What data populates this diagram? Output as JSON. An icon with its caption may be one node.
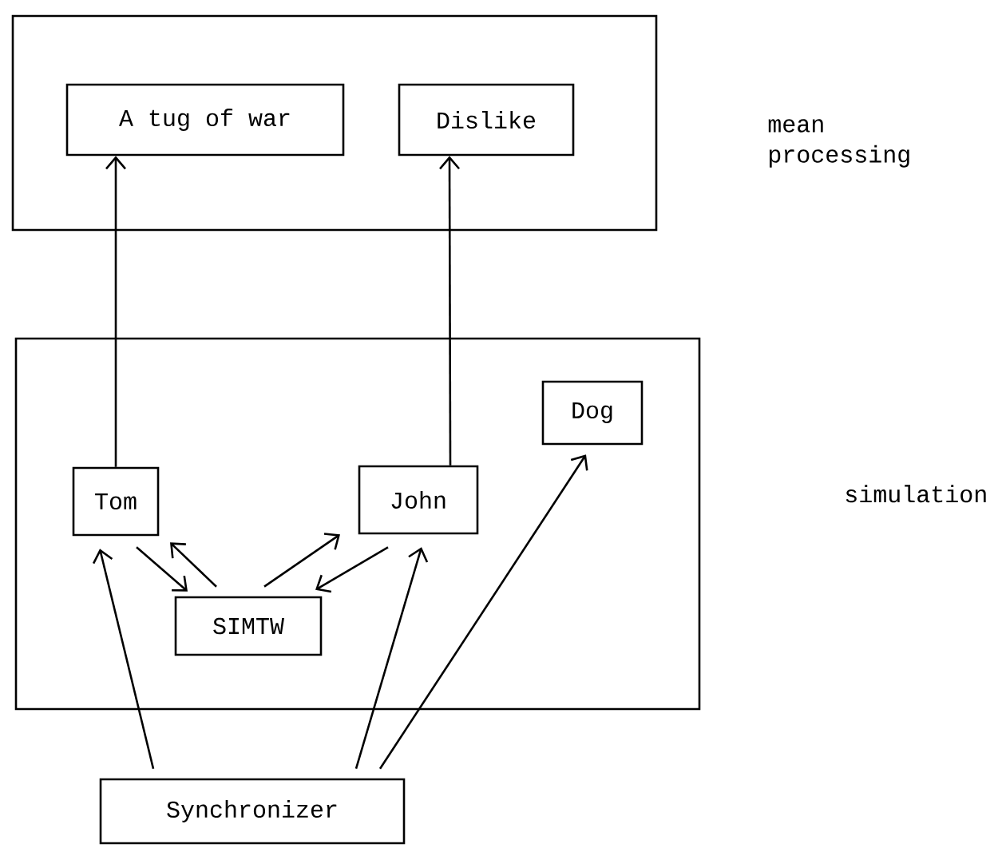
{
  "diagram": {
    "labels": [
      "mean processing",
      "simulation"
    ],
    "nodes": [
      {
        "text": [],
        "shape": "box"
      },
      {
        "text": [
          "A tug of war"
        ],
        "in": 0
      },
      {
        "text": [
          "Dislike"
        ],
        "in": 0
      },
      {
        "text": [],
        "shape": "box"
      },
      {
        "text": [
          "Dog"
        ],
        "in": 3
      },
      {
        "text": [
          "Tom"
        ],
        "in": 3
      },
      {
        "text": [
          "John"
        ],
        "in": 3
      },
      {
        "text": [
          "SIMTW"
        ],
        "in": 3
      },
      {
        "text": [
          "Synchronizer"
        ]
      }
    ],
    "edges": [
      {
        "from": 5,
        "to": 1,
        "arrow": "to"
      },
      {
        "from": 6,
        "to": 2,
        "arrow": "to"
      },
      {
        "from": 5,
        "to": 7,
        "arrow": "to"
      },
      {
        "from": 7,
        "to": 5,
        "arrow": "to"
      },
      {
        "from": 7,
        "to": 6,
        "arrow": "to"
      },
      {
        "from": 6,
        "to": 7,
        "arrow": "to"
      },
      {
        "from": 8,
        "to": 5,
        "arrow": "to"
      },
      {
        "from": 8,
        "to": 6,
        "arrow": "to"
      },
      {
        "from": 8,
        "to": 4,
        "arrow": "to"
      }
    ]
  }
}
